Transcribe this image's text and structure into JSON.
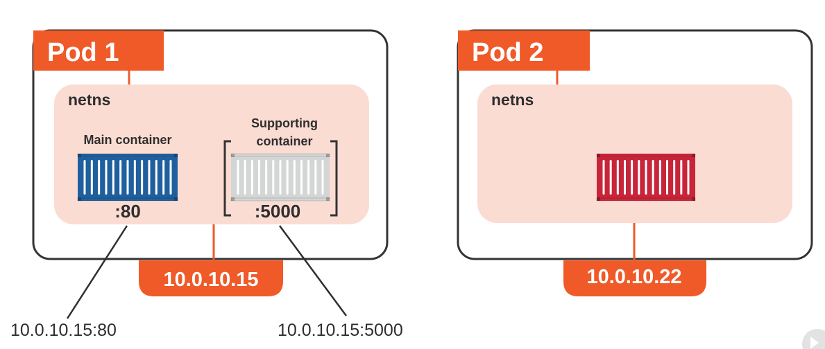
{
  "colors": {
    "accent": "#F05A28",
    "netns_fill": "#FBDCD3",
    "pod_border": "#333333",
    "main_container": "#1F5F9E",
    "supporting_container": "#D3D6D5",
    "pod2_container": "#C8253A",
    "text_dark": "#2E2E2E"
  },
  "pods": [
    {
      "title": "Pod 1",
      "netns_label": "netns",
      "ip": "10.0.10.15",
      "containers": [
        {
          "label": "Main container",
          "port": ":80",
          "icon": "shipping-container-icon",
          "endpoint": "10.0.10.15:80"
        },
        {
          "label_lines": [
            "Supporting",
            "container"
          ],
          "port": ":5000",
          "icon": "shipping-container-icon",
          "endpoint": "10.0.10.15:5000"
        }
      ]
    },
    {
      "title": "Pod 2",
      "netns_label": "netns",
      "ip": "10.0.10.22",
      "containers": [
        {
          "icon": "shipping-container-icon"
        }
      ]
    }
  ]
}
